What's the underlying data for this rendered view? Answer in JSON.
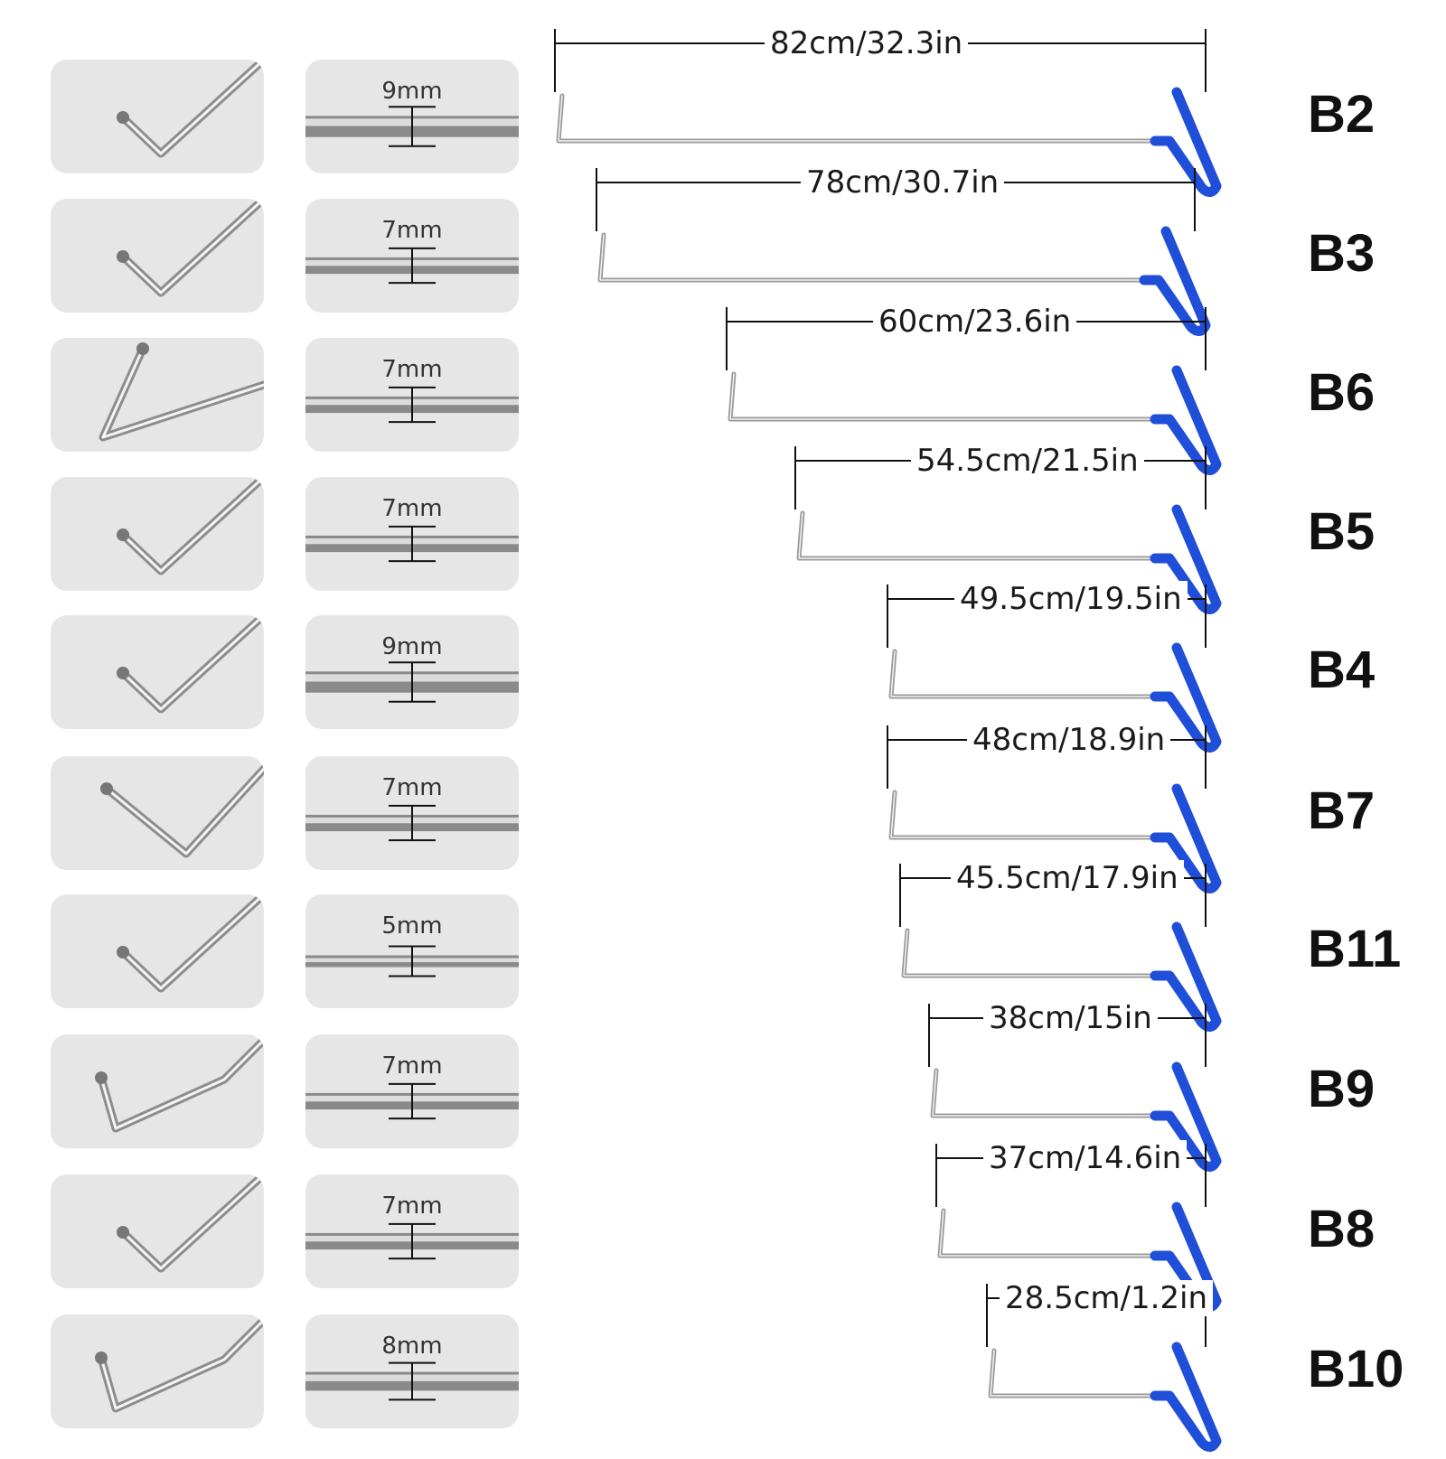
{
  "accent_color": "#1f4fd8",
  "rods": [
    {
      "model": "B2",
      "diameter": "9mm",
      "length": "82cm/32.3in",
      "tip_icon": "ball-tip-rod-icon"
    },
    {
      "model": "B3",
      "diameter": "7mm",
      "length": "78cm/30.7in",
      "tip_icon": "ball-tip-rod-icon"
    },
    {
      "model": "B6",
      "diameter": "7mm",
      "length": "60cm/23.6in",
      "tip_icon": "angled-tip-rod-icon"
    },
    {
      "model": "B5",
      "diameter": "7mm",
      "length": "54.5cm/21.5in",
      "tip_icon": "ball-tip-rod-icon"
    },
    {
      "model": "B4",
      "diameter": "9mm",
      "length": "49.5cm/19.5in",
      "tip_icon": "ball-tip-rod-icon"
    },
    {
      "model": "B7",
      "diameter": "7mm",
      "length": "48cm/18.9in",
      "tip_icon": "ball-tip-rod-icon"
    },
    {
      "model": "B11",
      "diameter": "5mm",
      "length": "45.5cm/17.9in",
      "tip_icon": "ball-tip-rod-icon"
    },
    {
      "model": "B9",
      "diameter": "7mm",
      "length": "38cm/15in",
      "tip_icon": "bent-tip-rod-icon"
    },
    {
      "model": "B8",
      "diameter": "7mm",
      "length": "37cm/14.6in",
      "tip_icon": "ball-tip-rod-icon"
    },
    {
      "model": "B10",
      "diameter": "8mm",
      "length": "28.5cm/1.2in",
      "tip_icon": "bent-tip-rod-icon"
    }
  ]
}
